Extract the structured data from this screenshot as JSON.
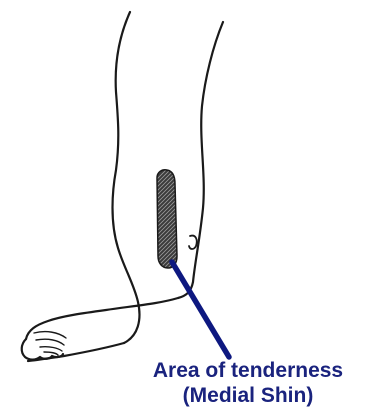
{
  "annotation": {
    "label_line_1": "Area of tenderness",
    "label_line_2": "(Medial Shin)"
  },
  "colors": {
    "label": "#1a237e",
    "pointer": "#0d1880",
    "outline": "#1a1a1a",
    "tender_area": "#2b2b2b",
    "background": "#ffffff"
  },
  "illustration": {
    "subject": "leg-side-view",
    "highlighted_region": "medial-shin"
  }
}
